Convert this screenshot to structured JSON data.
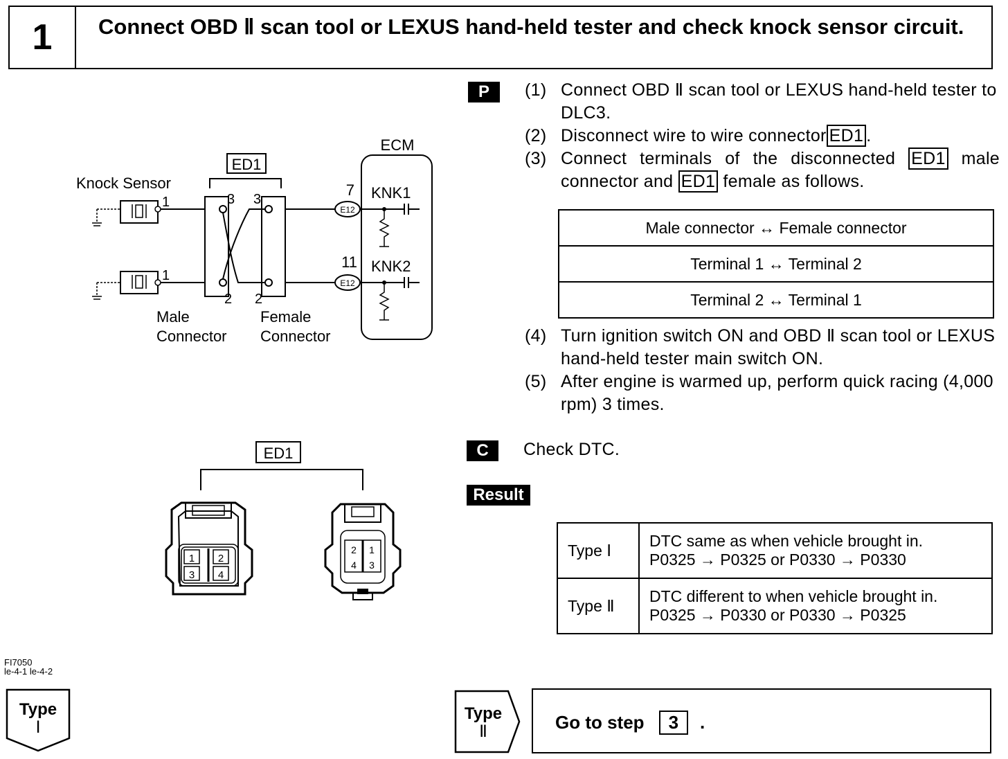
{
  "header": {
    "step_number": "1",
    "title": "Connect OBD Ⅱ scan tool or LEXUS hand-held tester and check knock sensor circuit."
  },
  "diagram": {
    "connector_label": "ED1",
    "ecm_label": "ECM",
    "knock_sensor_label": "Knock Sensor",
    "knk1_label": "KNK1",
    "knk2_label": "KNK2",
    "pin7": "7",
    "pin11": "11",
    "e12_a": "E12",
    "e12_b": "E12",
    "sensor1_pin": "1",
    "sensor2_pin": "1",
    "male_pin_top": "3",
    "male_pin_bottom": "2",
    "female_pin_top": "3",
    "female_pin_bottom": "2",
    "male_connector_label_1": "Male",
    "male_connector_label_2": "Connector",
    "female_connector_label_1": "Female",
    "female_connector_label_2": "Connector"
  },
  "connector_view": {
    "label": "ED1",
    "male_pins": [
      "1",
      "2",
      "3",
      "4"
    ],
    "female_pins": [
      "2",
      "1",
      "4",
      "3"
    ]
  },
  "figure_codes": {
    "line1": "FI7050",
    "line2": "le-4-1 le-4-2"
  },
  "procedure": {
    "p_tag": "P",
    "steps": [
      {
        "num": "(1)",
        "text": "Connect OBD Ⅱ scan tool or LEXUS hand-held tester to DLC3."
      },
      {
        "num": "(2)",
        "text_before": "Disconnect wire to wire connector",
        "connector": "ED1",
        "text_after": "."
      },
      {
        "num": "(3)",
        "text_before": "Connect terminals of the disconnected",
        "connector": "ED1",
        "text_mid": "male connector and",
        "connector2": "ED1",
        "text_after": "female as follows."
      },
      {
        "num": "(4)",
        "text": "Turn ignition switch ON and OBD Ⅱ scan tool or LEXUS hand-held tester main switch ON."
      },
      {
        "num": "(5)",
        "text": "After engine is warmed up, perform quick racing (4,000 rpm) 3 times."
      }
    ],
    "connection_table": [
      "Male connector ↔ Female connector",
      "Terminal 1 ↔ Terminal 2",
      "Terminal 2 ↔ Terminal 1"
    ],
    "c_tag": "C",
    "check_text": "Check DTC.",
    "result_tag": "Result",
    "result_table": [
      {
        "type": "Type Ⅰ",
        "desc1": "DTC same as when vehicle brought in.",
        "desc2": "P0325 → P0325 or P0330 → P0330"
      },
      {
        "type": "Type Ⅱ",
        "desc1": "DTC different to when vehicle brought in.",
        "desc2": "P0325 → P0330 or P0330 → P0325"
      }
    ]
  },
  "footer": {
    "type1_label": "Type",
    "type1_numeral": "Ⅰ",
    "type2_label": "Type",
    "type2_numeral": "Ⅱ",
    "goto_text": "Go to step",
    "goto_step": "3",
    "goto_period": "."
  }
}
